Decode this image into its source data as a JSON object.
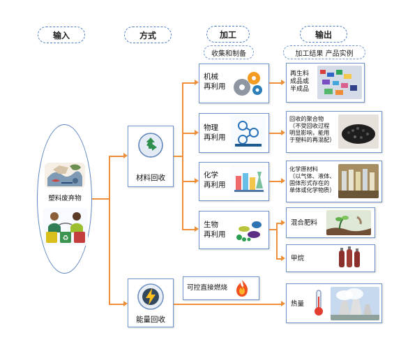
{
  "headers": {
    "input": "输入",
    "method": "方式",
    "process": "加工",
    "process_sub": "收集和制备",
    "output": "输出",
    "output_sub": "加工结果  产品实例"
  },
  "input_node": {
    "label": "塑料废弃物"
  },
  "methods": {
    "material": "材料回收",
    "energy": "能量回收"
  },
  "processes": {
    "mechanical": "机械\n再利用",
    "physical": "物理\n再利用",
    "chemical": "化学\n再利用",
    "biological": "生物\n再利用",
    "combustion": "可控直接燃烧"
  },
  "outputs": {
    "mechanical": "再生料\n成品或\n半成品",
    "physical": "回收的聚合物\n（不受回收过程\n明显影响，能用\n于塑料的再混配）",
    "chemical": "化学原材料\n（以气体、液体、\n固体形式存在的\n单体或化学物质）",
    "fertilizer": "混合肥料",
    "methane": "甲烷",
    "heat": "热量"
  },
  "colors": {
    "connector": "#ef8e38",
    "border": "#6e93c9",
    "header_border": "#4d7fc5"
  }
}
